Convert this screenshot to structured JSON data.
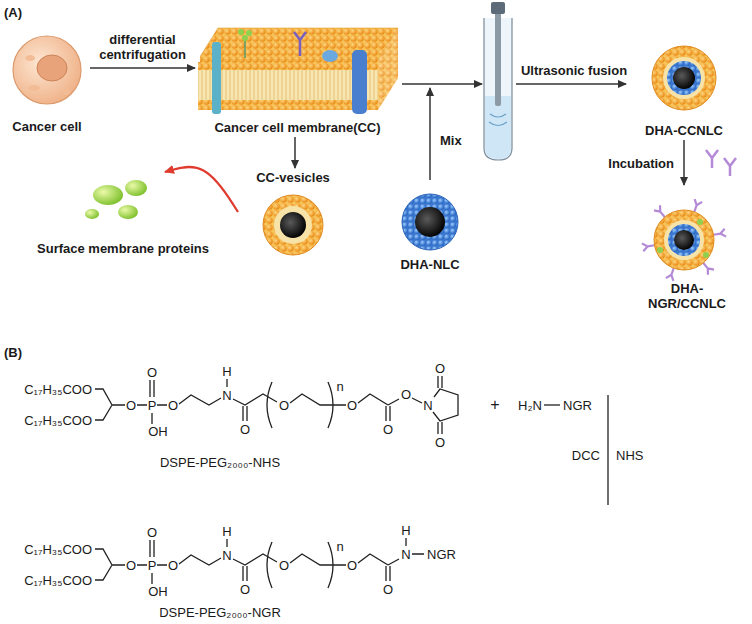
{
  "diagram": {
    "nodes": [
      {
        "text": [
          "Cancer cell"
        ]
      },
      {
        "text": [
          "Cancer cell membrane(CC)"
        ]
      },
      {
        "text": [
          "CC-vesicles"
        ]
      },
      {
        "text": [
          "Surface membrane proteins"
        ]
      },
      {
        "text": [
          "DHA-NLC"
        ]
      },
      {
        "text": [
          "DHA-CCNLC"
        ]
      },
      {
        "text": [
          "DHA-NGR/CCNLC"
        ]
      }
    ],
    "edges": [
      {
        "from": 0,
        "to": 1,
        "arrow": "to",
        "label": "differential centrifugation"
      },
      {
        "from": 1,
        "to": 2,
        "arrow": "to"
      },
      {
        "from": 2,
        "to": 3,
        "arrow": "to"
      },
      {
        "from": 5,
        "to": 6,
        "arrow": "to",
        "label": "Incubation"
      }
    ],
    "labels": [
      "(A)",
      "Mix",
      "Ultrasonic fusion",
      "(B)",
      "C₁₇H₃₅COO",
      "C₁₇H₃₅COO",
      "O",
      "P",
      "O",
      "OH",
      "O",
      "H",
      "N",
      "O",
      "O",
      "n",
      "O",
      "O",
      "O",
      "N",
      "O",
      "O",
      "DSPE-PEG₂₀₀₀-NHS",
      "+",
      "H₂N",
      "NGR",
      "DCC",
      "NHS",
      "C₁₇H₃₅COO",
      "C₁₇H₃₅COO",
      "O",
      "P",
      "O",
      "OH",
      "O",
      "H",
      "N",
      "O",
      "O",
      "n",
      "O",
      "O",
      "H",
      "N",
      "NGR",
      "DSPE-PEG₂₀₀₀-NGR"
    ]
  }
}
